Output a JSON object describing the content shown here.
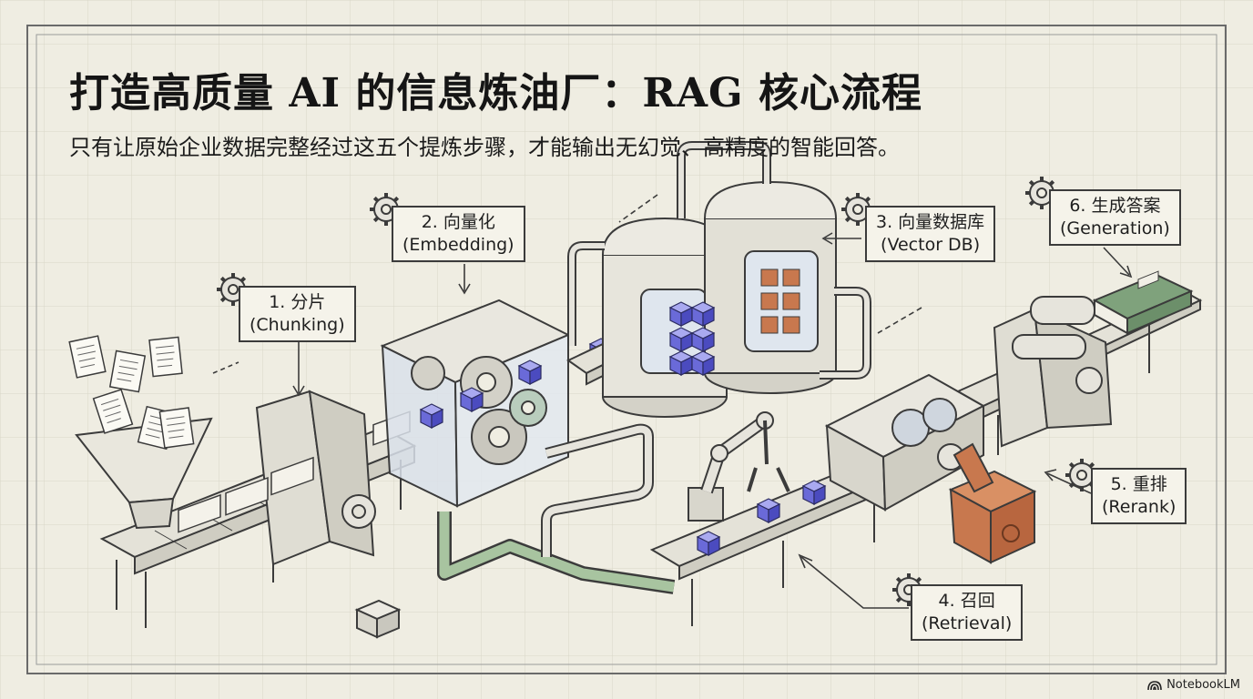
{
  "title": "打造高质量 AI 的信息炼油厂：RAG 核心流程",
  "subtitle": "只有让原始企业数据完整经过这五个提炼步骤，才能输出无幻觉、高精度的智能回答。",
  "steps": [
    {
      "name": "1. 分片",
      "en": "(Chunking)"
    },
    {
      "name": "2. 向量化",
      "en": "(Embedding)"
    },
    {
      "name": "3. 向量数据库",
      "en": "(Vector DB)"
    },
    {
      "name": "4. 召回",
      "en": "(Retrieval)"
    },
    {
      "name": "5. 重排",
      "en": "(Rerank)"
    },
    {
      "name": "6. 生成答案",
      "en": "(Generation)"
    }
  ],
  "brand": "NotebookLM",
  "colors": {
    "background": "#efede2",
    "ink": "#3b3b3b",
    "cube": "#6a6ad8",
    "pipe": "#a8c4a0",
    "box": "#c8784e"
  }
}
